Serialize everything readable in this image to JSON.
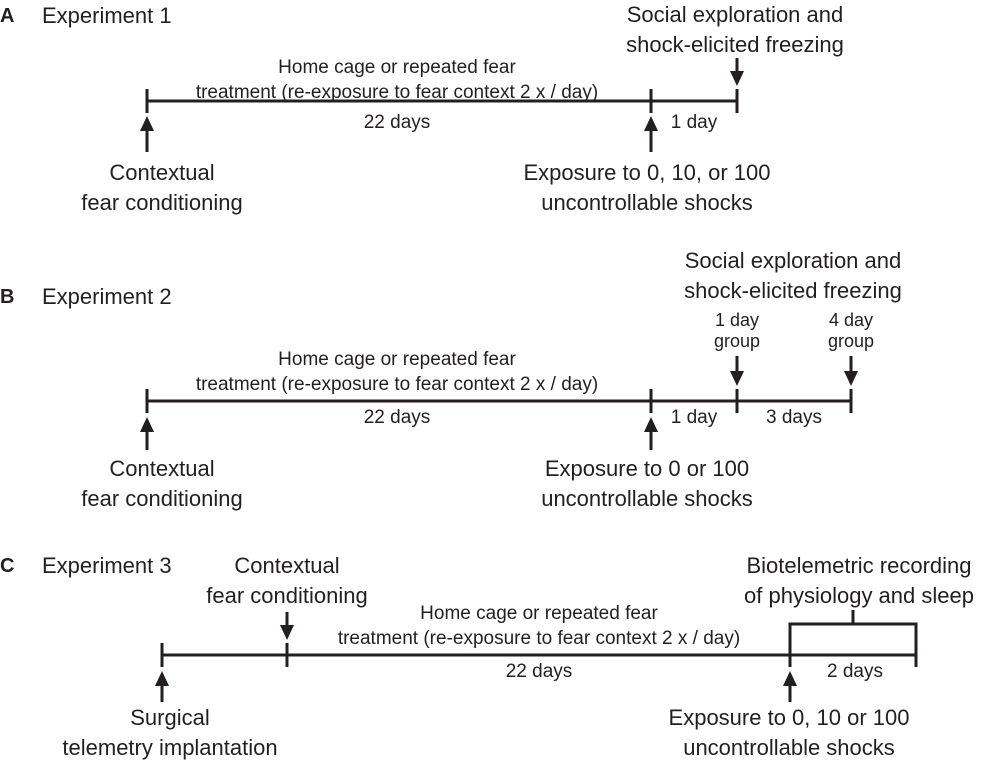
{
  "panels": [
    {
      "letter": "A",
      "title": "Experiment 1",
      "treatment": [
        "Home cage or repeated fear",
        "treatment (re-exposure to fear context 2 x / day)"
      ],
      "period_main": "22 days",
      "period_2": "1 day",
      "left_event": [
        "Contextual",
        "fear conditioning"
      ],
      "mid_event": [
        "Exposure to 0, 10, or 100",
        "uncontrollable shocks"
      ],
      "test_event": [
        "Social exploration and",
        "shock-elicited freezing"
      ]
    },
    {
      "letter": "B",
      "title": "Experiment 2",
      "treatment": [
        "Home cage or repeated fear",
        "treatment (re-exposure to fear context 2 x / day)"
      ],
      "period_main": "22 days",
      "period_2": "1 day",
      "period_3": "3 days",
      "left_event": [
        "Contextual",
        "fear conditioning"
      ],
      "mid_event": [
        "Exposure to 0 or 100",
        "uncontrollable shocks"
      ],
      "test_event": [
        "Social exploration and",
        "shock-elicited freezing"
      ],
      "group_1": [
        "1 day",
        "group"
      ],
      "group_2": [
        "4 day",
        "group"
      ]
    },
    {
      "letter": "C",
      "title": "Experiment 3",
      "treatment": [
        "Home cage or repeated fear",
        "treatment (re-exposure to fear context 2 x / day)"
      ],
      "period_main": "22 days",
      "period_2": "2 days",
      "left_event": [
        "Surgical",
        "telemetry implantation"
      ],
      "cond_event": [
        "Contextual",
        "fear conditioning"
      ],
      "mid_event": [
        "Exposure to 0, 10 or 100",
        "uncontrollable shocks"
      ],
      "test_event": [
        "Biotelemetric recording",
        "of physiology and sleep"
      ]
    }
  ]
}
